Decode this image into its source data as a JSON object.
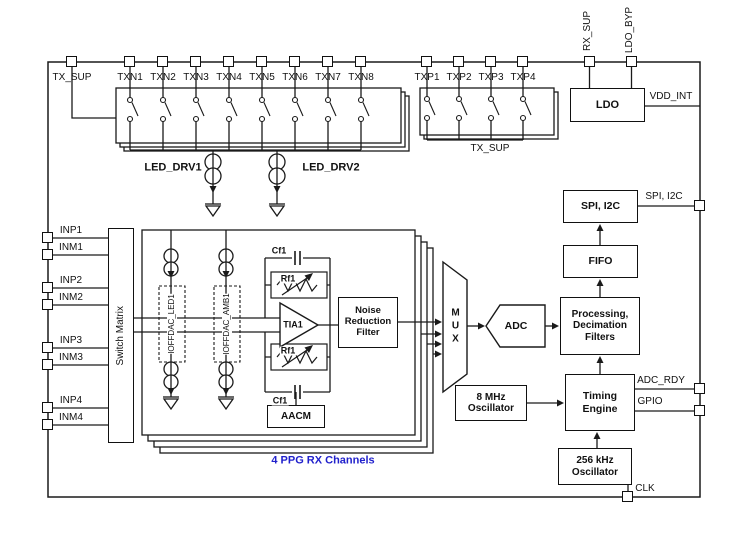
{
  "chip": {
    "pins_top": [
      "TX_SUP",
      "TXN1",
      "TXN2",
      "TXN3",
      "TXN4",
      "TXN5",
      "TXN6",
      "TXN7",
      "TXN8",
      "TXP1",
      "TXP2",
      "TXP3",
      "TXP4"
    ],
    "pins_top_right": [
      "RX_SUP",
      "LDO_BYP"
    ],
    "pins_left": [
      "INP1",
      "INM1",
      "INP2",
      "INM2",
      "INP3",
      "INM3",
      "INP4",
      "INM4"
    ],
    "pins_right": {
      "vdd_int": "VDD_INT",
      "spi_i2c": "SPI, I2C",
      "adc_rdy": "ADC_RDY",
      "gpio": "GPIO"
    },
    "pin_bottom_clk": "CLK",
    "tx_section": {
      "led_drv1": "LED_DRV1",
      "led_drv2": "LED_DRV2",
      "tx_sup_net": "TX_SUP"
    },
    "blocks": {
      "ldo": "LDO",
      "spi_i2c": "SPI, I2C",
      "fifo": "FIFO",
      "processing": "Processing, Decimation Filters",
      "adc": "ADC",
      "mux": "MUX",
      "osc_8mhz": "8 MHz Oscillator",
      "timing_engine": "Timing Engine",
      "osc_256khz": "256 kHz Oscillator",
      "noise_filter": "Noise Reduction Filter",
      "aacm": "AACM",
      "switch_matrix": "Switch Matrix"
    },
    "rx_channel": {
      "ioffdac_led1": "IOFFDAC_LED1",
      "ioffdac_amb1": "IOFFDAC_AMB1",
      "tia": "TIA1",
      "cf_top": "Cf1",
      "rf_top": "Rf1",
      "rf_bottom": "Rf1",
      "cf_bottom": "Cf1",
      "caption": "4 PPG RX Channels"
    },
    "colors": {
      "caption_blue": "#2121cc",
      "line": "#1a1a1a",
      "background": "#ffffff"
    }
  }
}
